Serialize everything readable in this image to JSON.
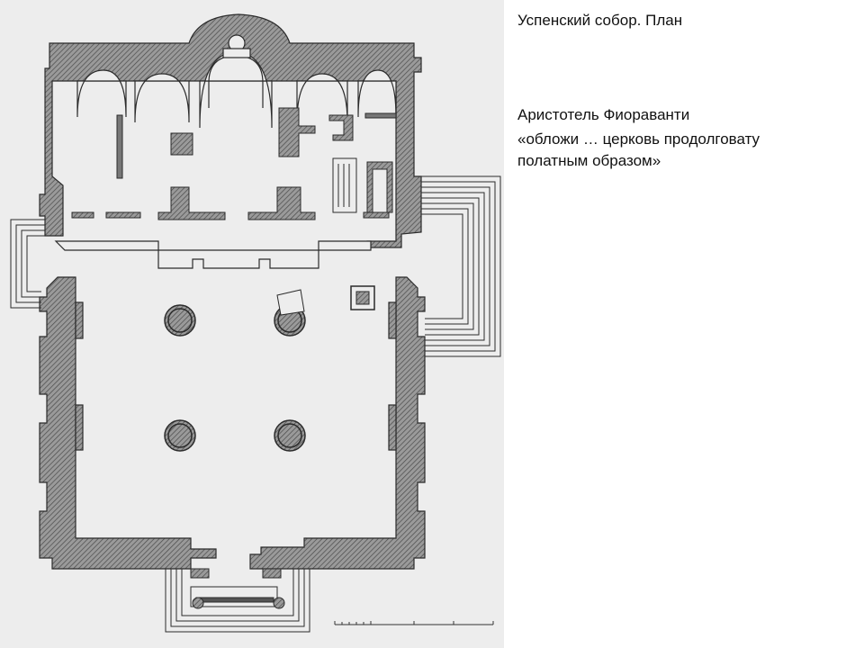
{
  "caption": {
    "title": "Успенский собор. План",
    "lines": [
      "Аристотель Фиораванти",
      "«обложи … церковь продолговату",
      "полатным образом»"
    ]
  },
  "colors": {
    "background": "#ffffff",
    "panel": "#ededed",
    "wall_fill": "#8f8f8f",
    "ink": "#2b2b2b",
    "text": "#111111"
  }
}
